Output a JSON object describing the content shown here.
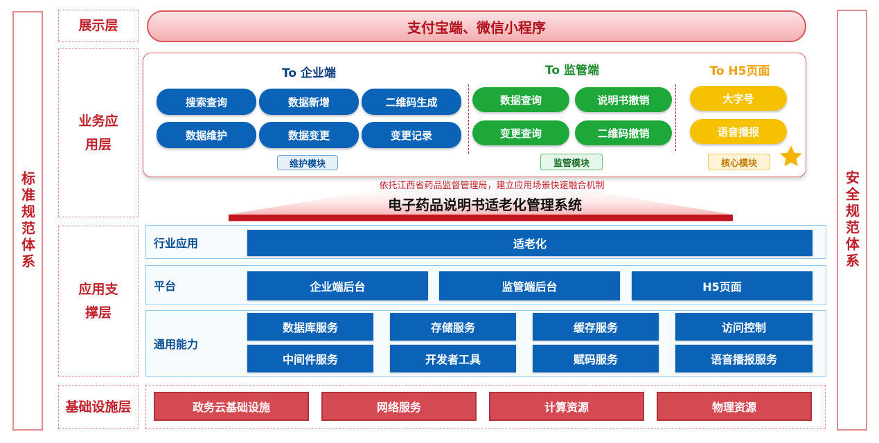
{
  "side": {
    "left": "标准规范体系",
    "right": "安全规范体系"
  },
  "layers": {
    "display": "展示层",
    "business": "业务应用层",
    "support": "应用支撑层",
    "infra": "基础设施层"
  },
  "display_bar": "支付宝端、微信小程序",
  "business": {
    "enterprise": {
      "title": "To 企业端",
      "items": [
        "搜索查询",
        "数据新增",
        "二维码生成",
        "数据维护",
        "数据变更",
        "变更记录"
      ],
      "module": "维护模块"
    },
    "regulator": {
      "title": "To 监管端",
      "items": [
        "数据查询",
        "说明书撤销",
        "变更查询",
        "二维码撤销"
      ],
      "module": "监管模块"
    },
    "h5": {
      "title": "To H5页面",
      "items": [
        "大字号",
        "语音播报"
      ],
      "module": "核心模块"
    }
  },
  "subtitle": "依托江西省药品监督管理局，建立应用场景快速融合机制",
  "system_title": "电子药品说明书适老化管理系统",
  "support": {
    "industry": {
      "label": "行业应用",
      "items": [
        "适老化"
      ]
    },
    "platform": {
      "label": "平台",
      "items": [
        "企业端后台",
        "监管端后台",
        "H5页面"
      ]
    },
    "common": {
      "label": "通用能力",
      "items": [
        "数据库服务",
        "存储服务",
        "缓存服务",
        "访问控制",
        "中间件服务",
        "开发者工具",
        "赋码服务",
        "语音播报服务"
      ]
    }
  },
  "infra": {
    "items": [
      "政务云基础设施",
      "网络服务",
      "计算资源",
      "物理资源"
    ]
  },
  "colors": {
    "red": "#c0202a",
    "blue": "#0b63b8",
    "green": "#1ea83a",
    "yellow": "#f6c200"
  }
}
